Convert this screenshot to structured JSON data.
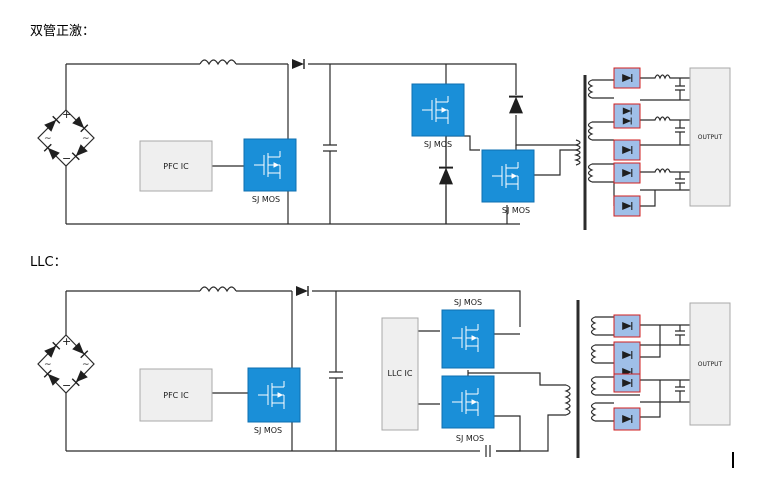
{
  "headings": {
    "forward": "双管正激：",
    "llc": "LLC："
  },
  "forward": {
    "pfc_ic": "PFC IC",
    "sj_mos_pfc": "SJ MOS",
    "sj_mos_top": "SJ MOS",
    "sj_mos_bottom": "SJ MOS",
    "output": "OUTPUT"
  },
  "llc": {
    "pfc_ic": "PFC IC",
    "sj_mos_pfc": "SJ MOS",
    "llc_ic": "LLC IC",
    "sj_mos_top": "SJ MOS",
    "sj_mos_bottom": "SJ MOS",
    "output": "OUTPUT"
  },
  "colors": {
    "mosfet_fill": "#1a8fd8",
    "mosfet_edge": "#0e6fb0",
    "ic_fill": "#efefef",
    "rect_fill": "#9fbfe8",
    "rect_edge": "#d11f1f",
    "wire": "#2b2b2b"
  }
}
